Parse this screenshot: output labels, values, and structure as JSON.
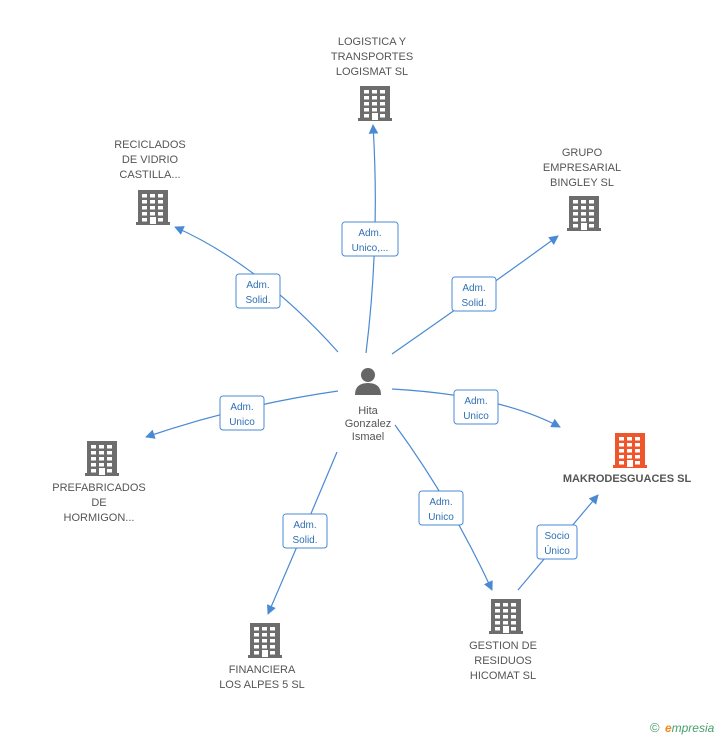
{
  "colors": {
    "edge": "#4a8ad4",
    "edge_text": "#2f6fb5",
    "company": "#6d6d6d",
    "company_main": "#f0562b",
    "person": "#666666",
    "label": "#555555"
  },
  "center": {
    "icon": "person-icon",
    "lines": [
      "Hita",
      "Gonzalez",
      "Ismael"
    ]
  },
  "companies": [
    {
      "id": "logistica",
      "icon": "building-icon",
      "lines": [
        "LOGISTICA Y",
        "TRANSPORTES",
        "LOGISMAT SL"
      ],
      "highlight": false
    },
    {
      "id": "reciclados",
      "icon": "building-icon",
      "lines": [
        "RECICLADOS",
        "DE VIDRIO",
        "CASTILLA..."
      ],
      "highlight": false
    },
    {
      "id": "grupo",
      "icon": "building-icon",
      "lines": [
        "GRUPO",
        "EMPRESARIAL",
        "BINGLEY SL"
      ],
      "highlight": false
    },
    {
      "id": "makrodesguaces",
      "icon": "building-icon",
      "lines": [
        "MAKRODESGUACES SL"
      ],
      "highlight": true
    },
    {
      "id": "prefabricados",
      "icon": "building-icon",
      "lines": [
        "PREFABRICADOS",
        "DE",
        "HORMIGON..."
      ],
      "highlight": false
    },
    {
      "id": "financiera",
      "icon": "building-icon",
      "lines": [
        "FINANCIERA",
        "LOS ALPES 5 SL"
      ],
      "highlight": false
    },
    {
      "id": "gestion",
      "icon": "building-icon",
      "lines": [
        "GESTION DE",
        "RESIDUOS",
        "HICOMAT SL"
      ],
      "highlight": false
    }
  ],
  "edges": [
    {
      "from": "center",
      "to": "logistica",
      "label": [
        "Adm.",
        "Unico,..."
      ]
    },
    {
      "from": "center",
      "to": "reciclados",
      "label": [
        "Adm.",
        "Solid."
      ]
    },
    {
      "from": "center",
      "to": "grupo",
      "label": [
        "Adm.",
        "Solid."
      ]
    },
    {
      "from": "center",
      "to": "makrodesguaces",
      "label": [
        "Adm.",
        "Unico"
      ]
    },
    {
      "from": "center",
      "to": "prefabricados",
      "label": [
        "Adm.",
        "Unico"
      ]
    },
    {
      "from": "center",
      "to": "financiera",
      "label": [
        "Adm.",
        "Solid."
      ]
    },
    {
      "from": "center",
      "to": "gestion",
      "label": [
        "Adm.",
        "Unico"
      ]
    },
    {
      "from": "gestion",
      "to": "makrodesguaces",
      "label": [
        "Socio",
        "Único"
      ]
    }
  ],
  "brand": {
    "copyright": "©",
    "e": "e",
    "rest": "mpresia"
  }
}
